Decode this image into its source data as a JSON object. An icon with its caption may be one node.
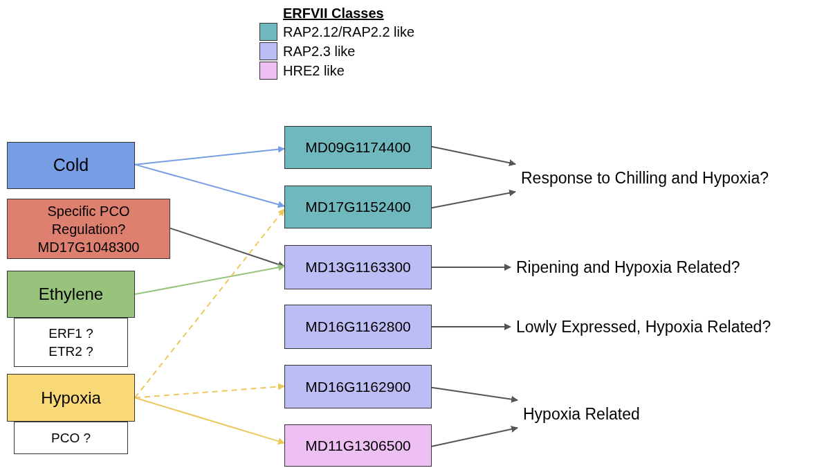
{
  "diagram": {
    "nodes": [
      {
        "text": [
          "Cold"
        ]
      },
      {
        "text": [
          "Specific PCO Regulation? MD17G1048300"
        ]
      },
      {
        "text": [
          "Ethylene"
        ]
      },
      {
        "text": [
          "ERF1 ? ETR2 ?"
        ]
      },
      {
        "text": [
          "Hypoxia"
        ]
      },
      {
        "text": [
          "PCO ?"
        ]
      },
      {
        "text": [
          "MD09G1174400"
        ]
      },
      {
        "text": [
          "MD17G1152400"
        ]
      },
      {
        "text": [
          "MD13G1163300"
        ]
      },
      {
        "text": [
          "MD16G1162800"
        ]
      },
      {
        "text": [
          "MD16G1162900"
        ]
      },
      {
        "text": [
          "MD11G1306500"
        ]
      },
      {
        "text": [
          "Response to Chilling and Hypoxia?"
        ]
      },
      {
        "text": [
          "Ripening and Hypoxia Related?"
        ]
      },
      {
        "text": [
          "Lowly Expressed, Hypoxia Related?"
        ]
      },
      {
        "text": [
          "Hypoxia Related"
        ]
      }
    ],
    "edges": [
      {
        "from": 0,
        "to": 6,
        "arrow": "to",
        "color": "#779ee5"
      },
      {
        "from": 0,
        "to": 7,
        "arrow": "to",
        "color": "#779ee5"
      },
      {
        "from": 1,
        "to": 8,
        "arrow": "to"
      },
      {
        "from": 2,
        "to": 8,
        "arrow": "to",
        "color": "#98c37d"
      },
      {
        "from": 4,
        "to": 7,
        "arrow": "to",
        "style": "dashed",
        "color": "#ecc75a"
      },
      {
        "from": 4,
        "to": 10,
        "arrow": "to",
        "style": "dashed",
        "color": "#ecc75a"
      },
      {
        "from": 4,
        "to": 11,
        "arrow": "to",
        "color": "#ecc75a"
      },
      {
        "from": 6,
        "to": 12,
        "arrow": "to"
      },
      {
        "from": 7,
        "to": 12,
        "arrow": "to"
      },
      {
        "from": 8,
        "to": 13,
        "arrow": "to"
      },
      {
        "from": 9,
        "to": 14,
        "arrow": "to"
      },
      {
        "from": 10,
        "to": 15,
        "arrow": "to"
      },
      {
        "from": 11,
        "to": 15,
        "arrow": "to"
      }
    ],
    "labels": [
      "ERFVII Classes"
    ],
    "legend": [
      {
        "text": "RAP2.12/RAP2.2 like",
        "color": "#6fb8bd"
      },
      {
        "text": "RAP2.3 like",
        "color": "#bdbdf5"
      },
      {
        "text": "HRE2 like",
        "color": "#edbff2"
      }
    ]
  }
}
